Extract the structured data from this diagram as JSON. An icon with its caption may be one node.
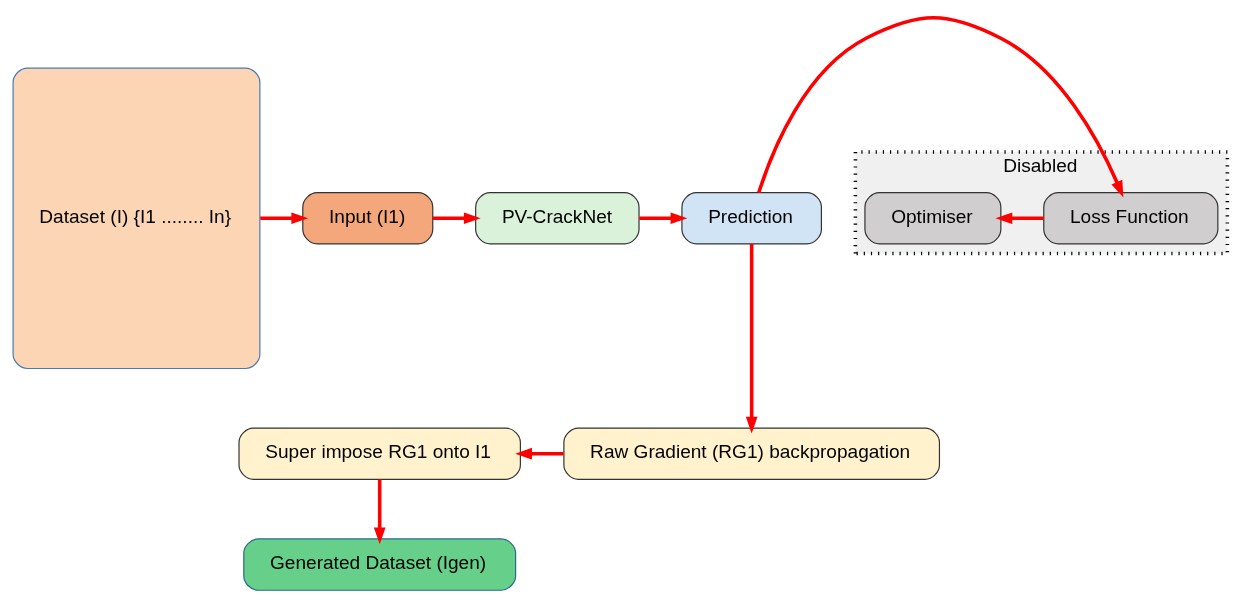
{
  "diagram": {
    "nodes": [
      {
        "text": [
          "Dataset (I) {I1 ........ In}"
        ]
      },
      {
        "text": [
          "Input (I1)"
        ]
      },
      {
        "text": [
          "PV-CrackNet"
        ]
      },
      {
        "text": [
          "Prediction"
        ]
      },
      {
        "text": [
          "Disabled"
        ]
      },
      {
        "text": [
          "Loss Function"
        ],
        "in": 4
      },
      {
        "text": [
          "Optimiser"
        ],
        "in": 4
      },
      {
        "text": [
          "Raw Gradient (RG1) backpropagation"
        ]
      },
      {
        "text": [
          "Super impose RG1 onto I1"
        ]
      },
      {
        "text": [
          "Generated Dataset (Igen)"
        ]
      }
    ],
    "edges": [
      {
        "from": 0,
        "to": 1,
        "arrow": "to"
      },
      {
        "from": 1,
        "to": 2,
        "arrow": "to"
      },
      {
        "from": 2,
        "to": 3,
        "arrow": "to"
      },
      {
        "from": 3,
        "to": 5,
        "arrow": "to"
      },
      {
        "from": 5,
        "to": 6,
        "arrow": "to"
      },
      {
        "from": 3,
        "to": 7,
        "arrow": "to"
      },
      {
        "from": 7,
        "to": 8,
        "arrow": "to"
      },
      {
        "from": 8,
        "to": 9,
        "arrow": "to"
      }
    ]
  }
}
